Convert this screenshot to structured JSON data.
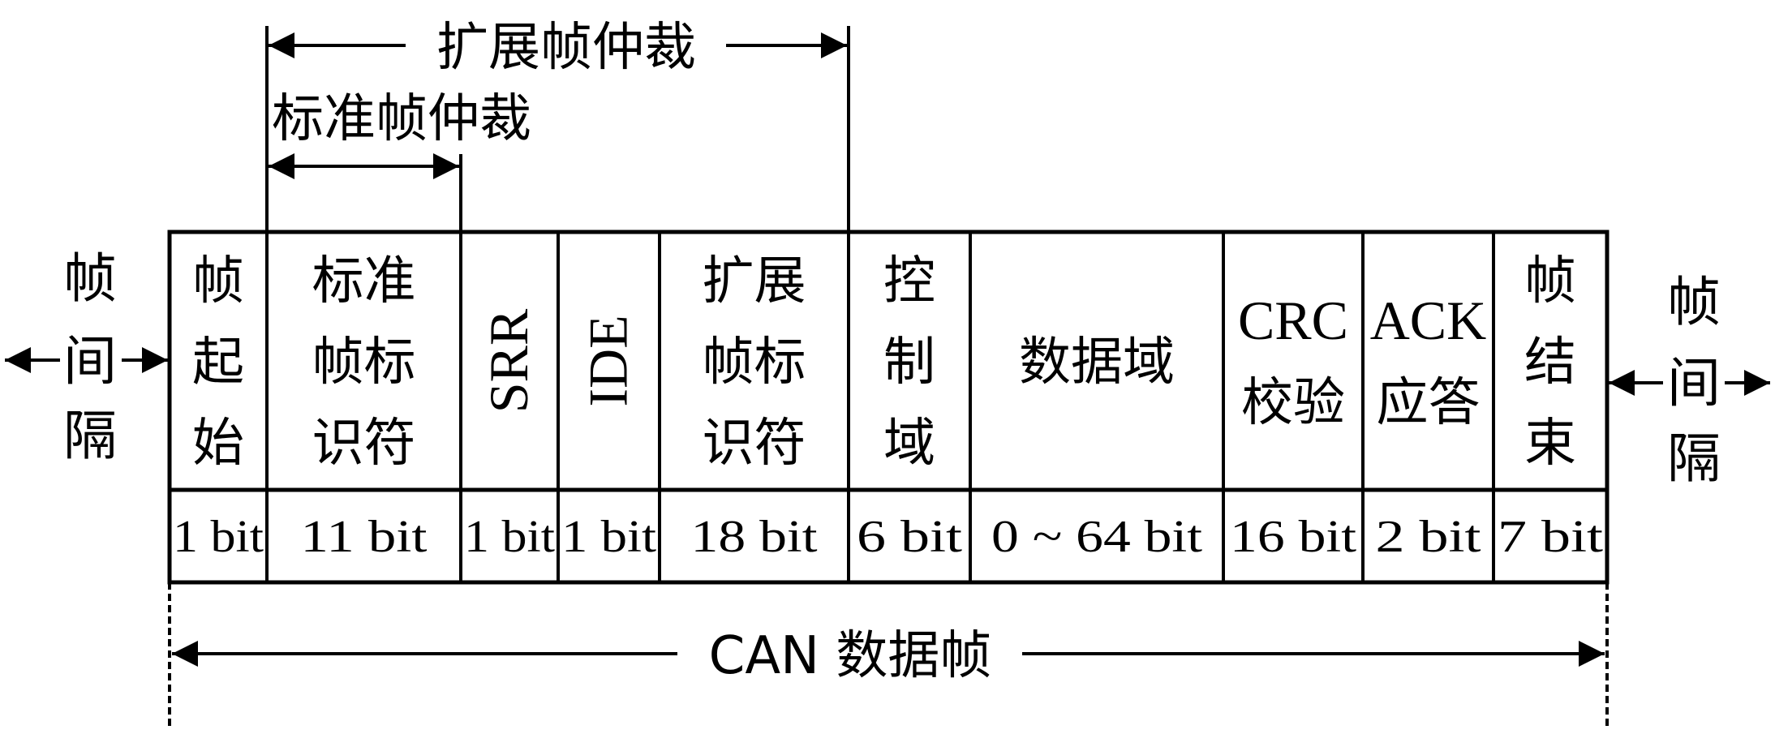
{
  "title_extended_arbitration": "扩展帧仲裁",
  "title_standard_arbitration": "标准帧仲裁",
  "interframe_left": [
    "帧",
    "间",
    "隔"
  ],
  "interframe_right": [
    "帧",
    "间",
    "隔"
  ],
  "frame_label": "CAN 数据帧",
  "fields": [
    {
      "lines": [
        "帧",
        "起",
        "始"
      ],
      "bits": "1 bit"
    },
    {
      "lines": [
        "标准",
        "帧标",
        "识符"
      ],
      "bits": "11 bit"
    },
    {
      "lines": [
        "SRR"
      ],
      "rotated": true,
      "bits": "1 bit"
    },
    {
      "lines": [
        "IDE"
      ],
      "rotated": true,
      "bits": "1 bit"
    },
    {
      "lines": [
        "扩展",
        "帧标",
        "识符"
      ],
      "bits": "18 bit"
    },
    {
      "lines": [
        "控",
        "制",
        "域"
      ],
      "bits": "6 bit"
    },
    {
      "lines": [
        "数据域"
      ],
      "bits": "0 ~ 64 bit"
    },
    {
      "lines": [
        "CRC",
        "校验"
      ],
      "bits": "16 bit"
    },
    {
      "lines": [
        "ACK",
        "应答"
      ],
      "bits": "2 bit"
    },
    {
      "lines": [
        "帧",
        "结",
        "束"
      ],
      "bits": "7 bit"
    }
  ]
}
